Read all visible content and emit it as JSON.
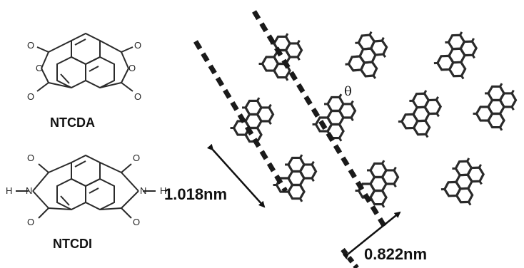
{
  "structures": [
    {
      "name": "NTCDA",
      "atoms": {
        "carbonyl_o": "O",
        "ring_o": "O"
      }
    },
    {
      "name": "NTCDI",
      "atoms": {
        "carbonyl_o": "O",
        "nitrogen": "N",
        "hydrogen": "H"
      }
    }
  ],
  "lattice": {
    "distance_long": "1.018nm",
    "distance_short": "0.822nm",
    "angle_label": "θ"
  },
  "colors": {
    "ink": "#111111",
    "bond": "#2a2a2a",
    "guide": "#1a1a1a"
  }
}
